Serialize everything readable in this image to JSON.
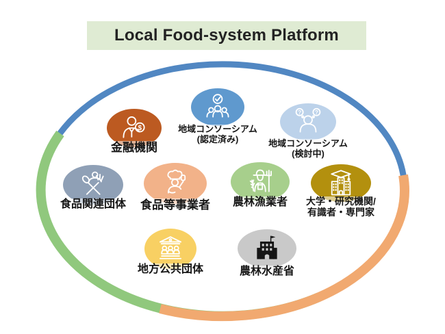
{
  "title": "Local Food-system Platform",
  "colors": {
    "title_bg": "#DFEBD3",
    "title_text": "#232323",
    "arc_blue": "#5187C2",
    "arc_green": "#90C87D",
    "arc_orange": "#F1A970",
    "label_text": "#161616"
  },
  "nodes": [
    {
      "id": "financial",
      "label": "金融機関",
      "color": "#BC5A21",
      "icon": "banker-coin-icon"
    },
    {
      "id": "consortium-certified",
      "label": "地域コンソーシアム",
      "label2": "(認定済み)",
      "color": "#5F99CE",
      "icon": "group-check-icon"
    },
    {
      "id": "consortium-pending",
      "label": "地域コンソーシアム",
      "label2": "(検討中)",
      "color": "#BCD2EA",
      "icon": "person-question-icon"
    },
    {
      "id": "food-organizations",
      "label": "食品関連団体",
      "color": "#8FA0B6",
      "icon": "cutlery-person-icon"
    },
    {
      "id": "food-businesses",
      "label": "食品等事業者",
      "color": "#F2B289",
      "icon": "chef-icon"
    },
    {
      "id": "farmers",
      "label": "農林漁業者",
      "color": "#A7CF8C",
      "icon": "farmer-icon"
    },
    {
      "id": "university",
      "label": "大学・研究機関/",
      "label2": "有識者・専門家",
      "color": "#B3900E",
      "icon": "university-cap-icon"
    },
    {
      "id": "local-government",
      "label": "地方公共団体",
      "color": "#F8D063",
      "icon": "government-building-icon"
    },
    {
      "id": "maff",
      "label": "農林水産省",
      "color": "#C9C9C9",
      "icon": "ministry-building-icon"
    }
  ]
}
